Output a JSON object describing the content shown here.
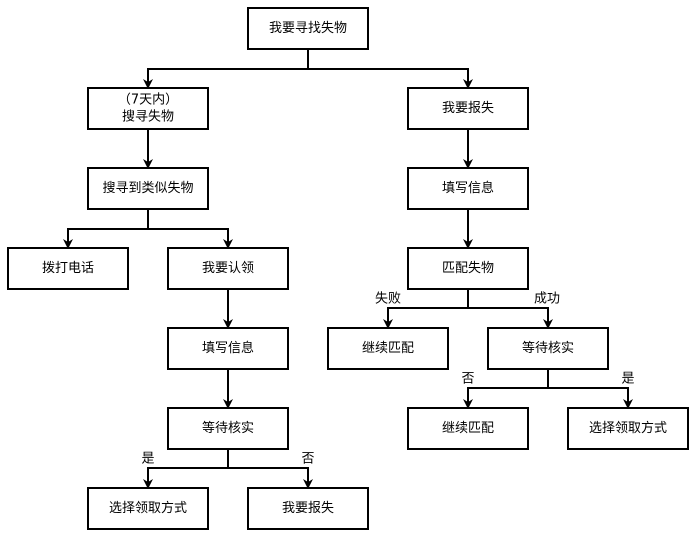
{
  "nodes": [
    {
      "id": "root",
      "label": "我要寻找失物"
    },
    {
      "id": "search7",
      "line1": "（7天内）",
      "line2": "搜寻失物"
    },
    {
      "id": "reportLeft",
      "label": "我要报失"
    },
    {
      "id": "found",
      "label": "搜寻到类似失物"
    },
    {
      "id": "fill1",
      "label": "填写信息"
    },
    {
      "id": "call",
      "label": "拨打电话"
    },
    {
      "id": "claim",
      "label": "我要认领"
    },
    {
      "id": "match",
      "label": "匹配失物"
    },
    {
      "id": "fill2",
      "label": "填写信息"
    },
    {
      "id": "continue1",
      "label": "继续匹配"
    },
    {
      "id": "wait1",
      "label": "等待核实"
    },
    {
      "id": "wait2",
      "label": "等待核实"
    },
    {
      "id": "continue2",
      "label": "继续匹配"
    },
    {
      "id": "choose1",
      "label": "选择领取方式"
    },
    {
      "id": "choose2",
      "label": "选择领取方式"
    },
    {
      "id": "report2",
      "label": "我要报失"
    }
  ],
  "edge_labels": {
    "fail": "失败",
    "success": "成功",
    "no_right": "否",
    "yes_right": "是",
    "yes_left": "是",
    "no_left": "否"
  }
}
